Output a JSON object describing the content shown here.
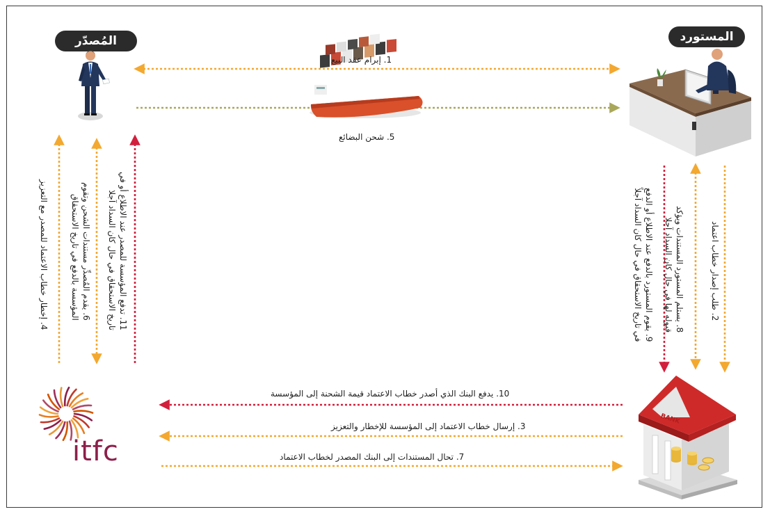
{
  "parties": {
    "exporter": "المُصدّر",
    "importer": "المستورد"
  },
  "steps": {
    "s1": "1.  إبرام عقد البيع",
    "s2": "2.  طلب إصدار خطاب اعتماد",
    "s3": "3.  إرسال خطاب الاعتماد  إلى المؤسسة  للإخطار والتعزيز",
    "s4": "4.  إخطار خطاب الاعتماد  للمصدر مع التعزيز",
    "s5": "5.  شحن البضائع",
    "s6_line1": "6.  يقدم المُصدِّر مستندات الشحن وتقوم",
    "s6_line2": "المؤسسة بالدفع في تاريخ الاستحقاق",
    "s7": "7.  تحال المستندات إلى البنك المصدر لخطاب الاعتماد",
    "s8_line1": "8.  يستلم المستورد المستندات ويؤكد",
    "s8_line2": "قبوله لها في حال كان السداد آجلا",
    "s9_line1": "9.  يقوم المستورد بالدفع عند الاطلاع أو الدفع",
    "s9_line2": "في تاريخ الاستحقاق في حال كان السداد آجلاً",
    "s10": "10.  يدفع البنك الذي أصدر خطاب الاعتماد قيمة الشحنة  إلى المؤسسة",
    "s11_line1": "11. تدفع المؤسسة  للمصدر عند الاطلاع أو في",
    "s11_line2": "تاريخ الاستحقاق في حال كان السداد آجلا"
  },
  "bank_sign": "BANK",
  "logo_text": "itfc",
  "colors": {
    "orange": "#f3a82f",
    "olive": "#a9a85a",
    "red": "#d21f3c",
    "itfc": "#8c1f4a",
    "pill": "#2b2b2b"
  },
  "icons": [
    "exporter-person-icon",
    "importer-desk-icon",
    "cargo-ship-icon",
    "bank-building-icon",
    "itfc-logo-icon"
  ]
}
